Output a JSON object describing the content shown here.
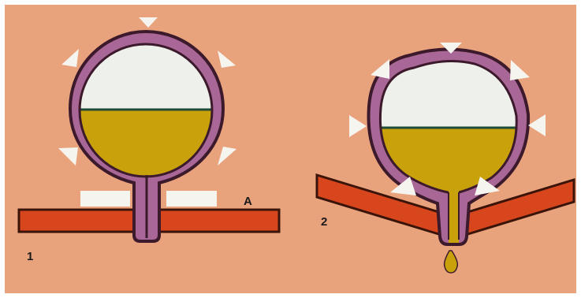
{
  "figure": {
    "panel_1_label": "1",
    "panel_2_label": "2",
    "marker_label": "A"
  },
  "colors": {
    "background": "#e8a27c",
    "bladder_wall": "#a86796",
    "wall_outline": "#3c1a2c",
    "urine": "#c9a10a",
    "air_space": "#eef0ec",
    "pelvic_floor": "#d8461e",
    "pressure_arrow": "#f6f4ef"
  }
}
